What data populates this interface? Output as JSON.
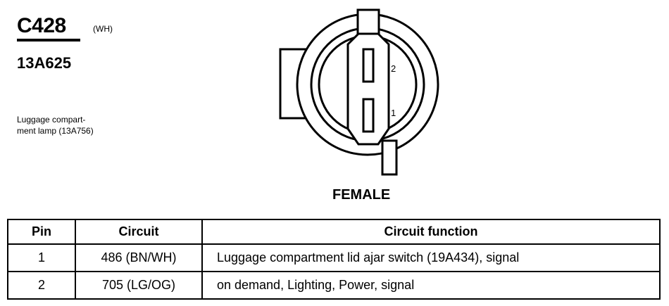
{
  "connector": {
    "id": "C428",
    "color_code": "(WH)",
    "part_number": "13A625",
    "description_line1": "Luggage compart-",
    "description_line2": "ment lamp (13A756)",
    "gender": "FEMALE",
    "pin_labels": [
      "2",
      "1"
    ]
  },
  "table": {
    "headers": {
      "pin": "Pin",
      "circuit": "Circuit",
      "function": "Circuit function"
    },
    "rows": [
      {
        "pin": "1",
        "circuit": "486 (BN/WH)",
        "function": "Luggage compartment lid ajar switch (19A434), signal"
      },
      {
        "pin": "2",
        "circuit": "705 (LG/OG)",
        "function": "on demand, Lighting, Power, signal"
      }
    ]
  }
}
